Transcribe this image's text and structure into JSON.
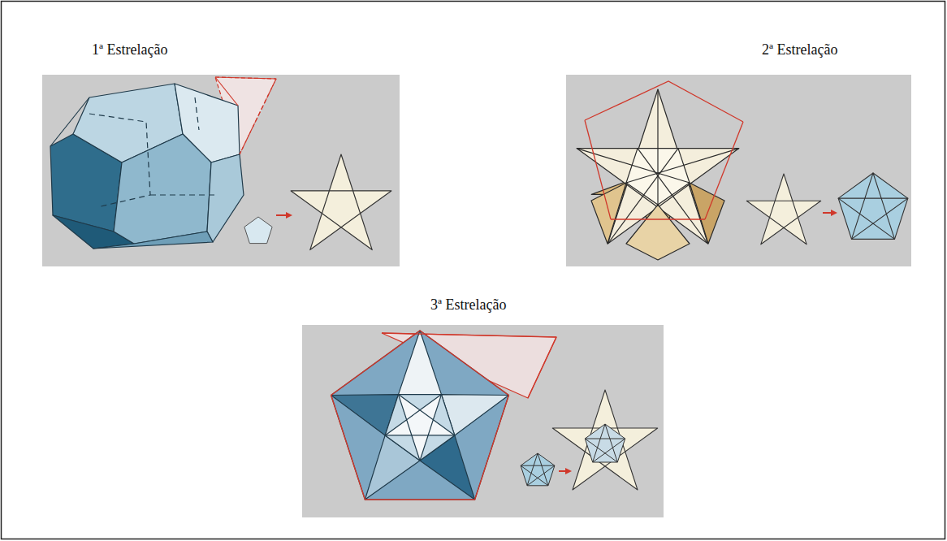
{
  "diagram": {
    "nodes": [
      {
        "text": [
          "1ª Estrelação"
        ]
      },
      {
        "text": [
          "2ª Estrelação"
        ]
      },
      {
        "text": [
          "3ª Estrelação"
        ]
      }
    ]
  }
}
